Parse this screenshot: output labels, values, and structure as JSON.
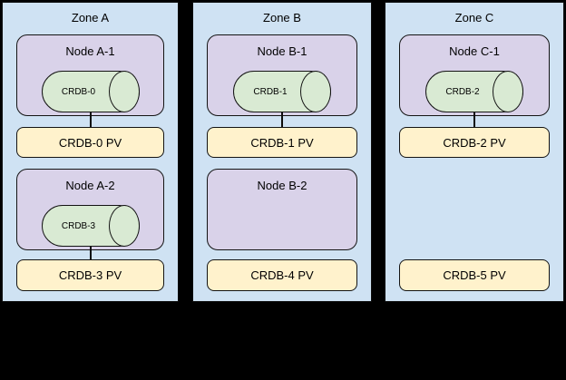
{
  "colors": {
    "background": "#000000",
    "zone_fill": "#cfe2f3",
    "node_fill": "#d9d2e9",
    "pod_fill": "#d9ead3",
    "pv_fill": "#fff2cc",
    "border": "#0d0d0d"
  },
  "zones": [
    {
      "title": "Zone A",
      "nodes": [
        {
          "label": "Node A-1",
          "pod": "CRDB-0"
        },
        {
          "label": "Node A-2",
          "pod": "CRDB-3"
        }
      ],
      "pvs": [
        "CRDB-0 PV",
        "CRDB-3 PV"
      ]
    },
    {
      "title": "Zone B",
      "nodes": [
        {
          "label": "Node B-1",
          "pod": "CRDB-1"
        },
        {
          "label": "Node B-2"
        }
      ],
      "pvs": [
        "CRDB-1 PV",
        "CRDB-4 PV"
      ]
    },
    {
      "title": "Zone C",
      "nodes": [
        {
          "label": "Node C-1",
          "pod": "CRDB-2"
        }
      ],
      "pvs": [
        "CRDB-2 PV",
        "CRDB-5 PV"
      ]
    }
  ]
}
